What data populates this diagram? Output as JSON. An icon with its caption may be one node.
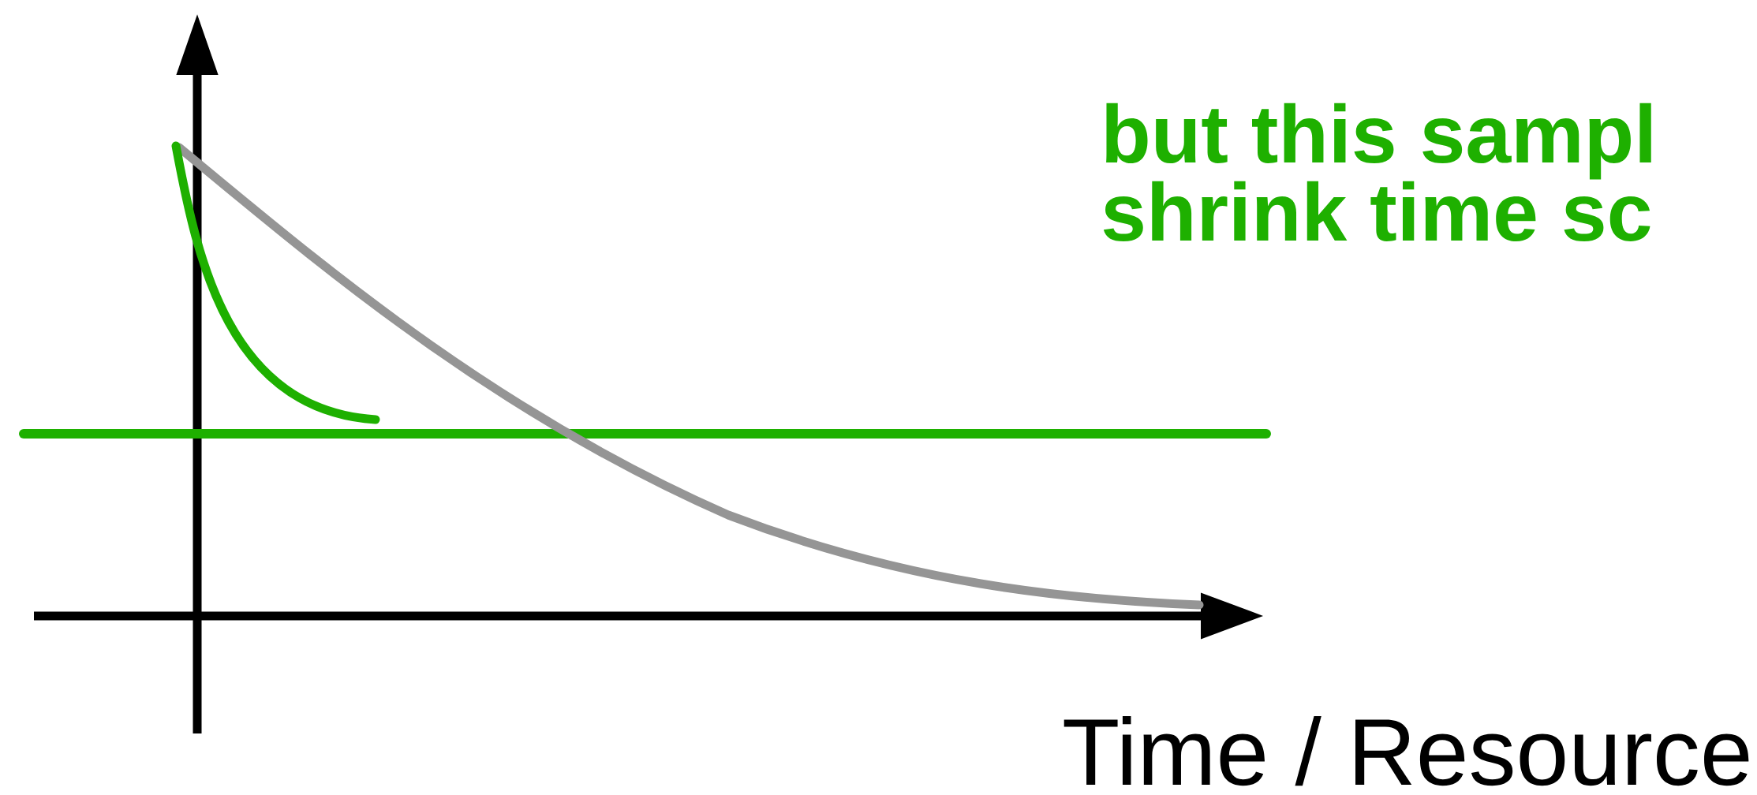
{
  "diagram": {
    "labels": [
      "but this sampl",
      "shrink time sc",
      "Time / Resource"
    ]
  }
}
